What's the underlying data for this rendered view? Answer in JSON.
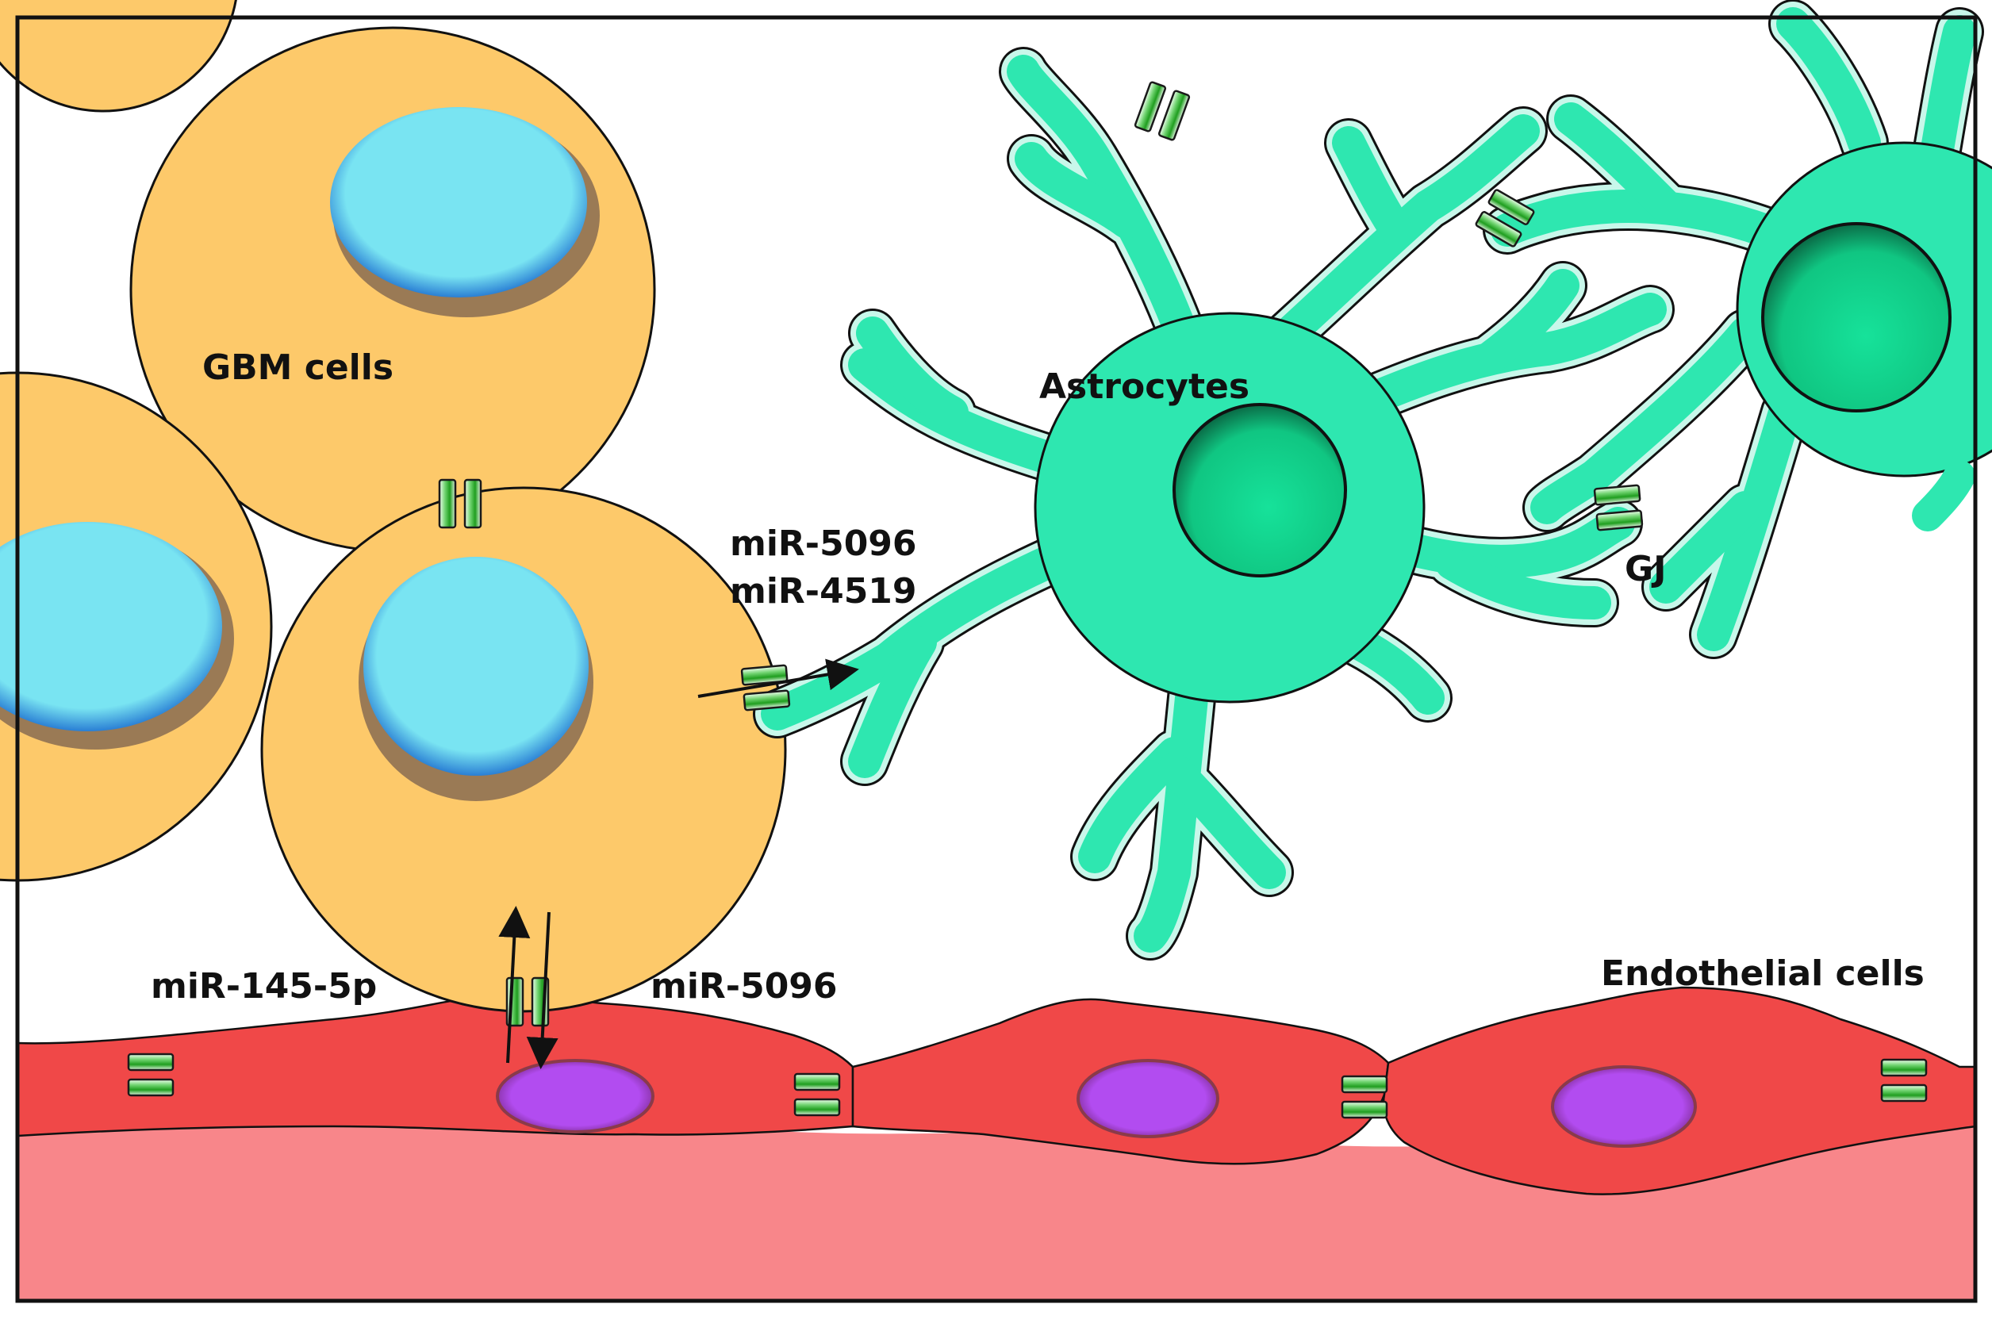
{
  "labels": {
    "gbm": "GBM cells",
    "astrocytes": "Astrocytes",
    "endothelial": "Endothelial cells",
    "gj": "GJ",
    "mir_astro_1": "miR-5096",
    "mir_astro_2": "miR-4519",
    "mir_endo_left": "miR-145-5p",
    "mir_endo_right": "miR-5096"
  },
  "colors": {
    "gbm_cytoplasm": "#fdc96a",
    "gbm_nucleus": "#79e4f2",
    "gbm_nucleus_edge": "#2a7fd4",
    "astrocyte": "#2ee7b0",
    "astrocyte_highlight": "#c8f7ea",
    "astrocyte_nucleus": "#12d48e",
    "endothelial": "#f04848",
    "endothelial_nucleus": "#b24cf0",
    "vessel_lumen": "#f8868a",
    "gap_junction": "#2db82d",
    "outline": "#111111"
  },
  "icons": {
    "gap_junction": "connexon-channel-icon",
    "arrow": "arrow-icon"
  }
}
